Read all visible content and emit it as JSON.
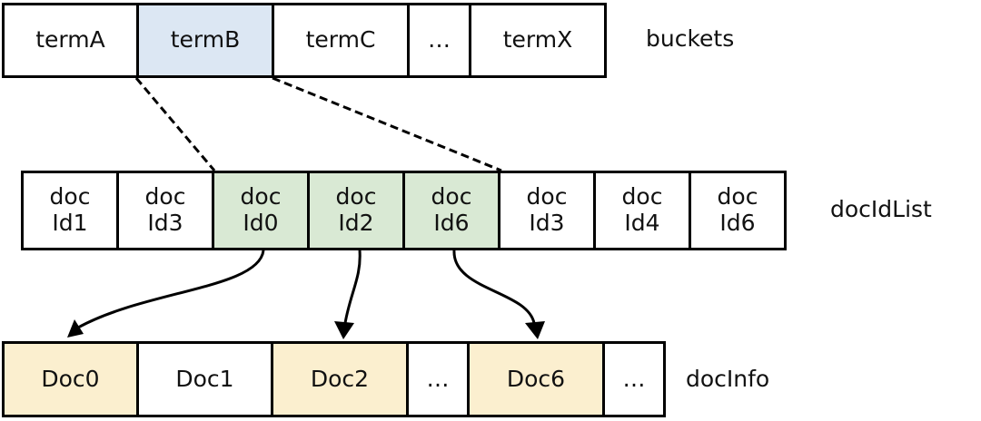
{
  "buckets": {
    "label": "buckets",
    "items": [
      "termA",
      "termB",
      "termC",
      "…",
      "termX"
    ]
  },
  "docIdList": {
    "label": "docIdList",
    "items": [
      [
        "doc",
        "Id1"
      ],
      [
        "doc",
        "Id3"
      ],
      [
        "doc",
        "Id0"
      ],
      [
        "doc",
        "Id2"
      ],
      [
        "doc",
        "Id6"
      ],
      [
        "doc",
        "Id3"
      ],
      [
        "doc",
        "Id4"
      ],
      [
        "doc",
        "Id6"
      ]
    ]
  },
  "docInfo": {
    "label": "docInfo",
    "items": [
      "Doc0",
      "Doc1",
      "Doc2",
      "…",
      "Doc6",
      "…"
    ]
  },
  "colors": {
    "bucket_highlight": "#dce7f3",
    "docid_highlight": "#d9e9d4",
    "docinfo_highlight": "#fbefcf",
    "line": "#000000"
  }
}
